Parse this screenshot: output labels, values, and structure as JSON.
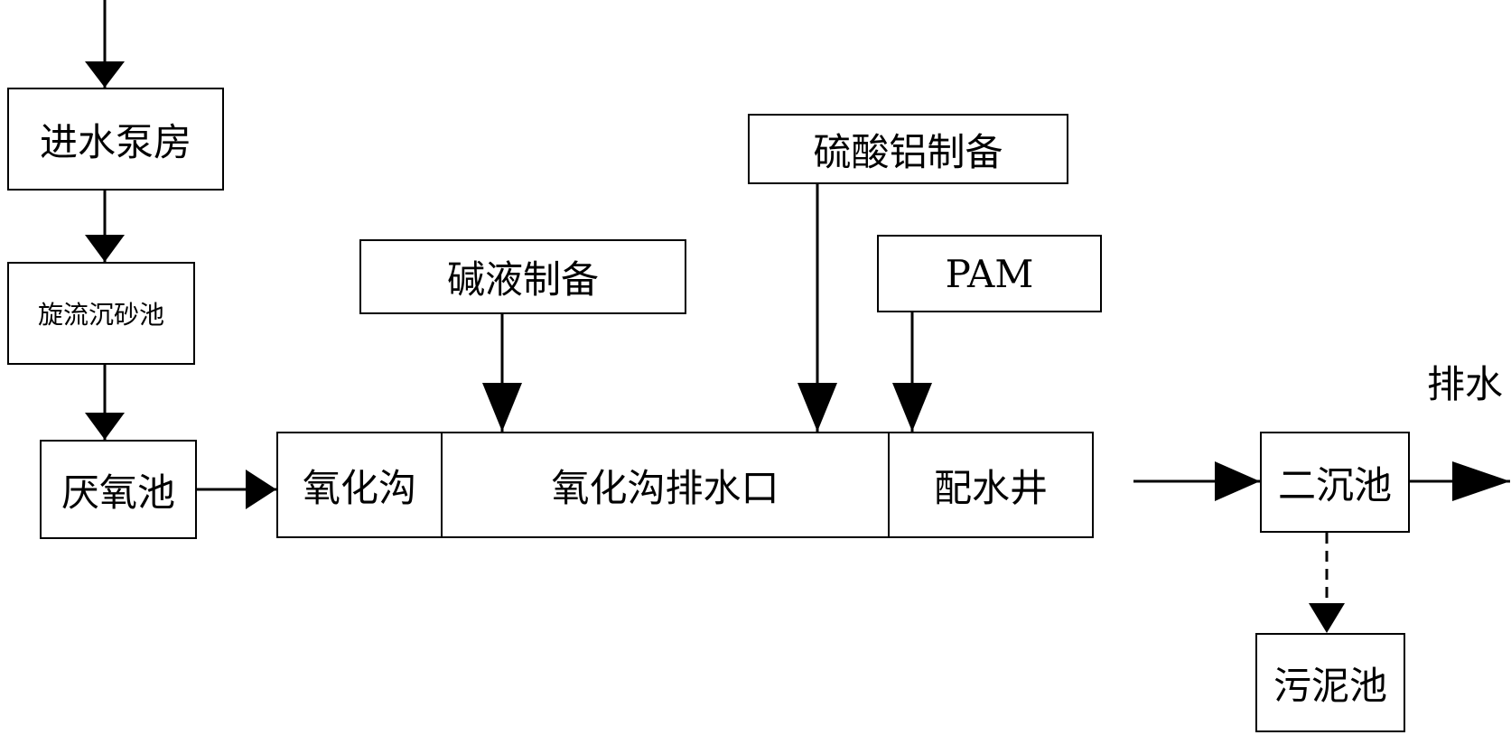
{
  "nodes": {
    "inlet_pump": "进水泵房",
    "grit_chamber": "旋流沉砂池",
    "anaerobic_tank": "厌氧池",
    "oxidation_ditch": "氧化沟",
    "ditch_outlet": "氧化沟排水口",
    "distribution_well": "配水井",
    "alum_prep": "硫酸铝制备",
    "alkali_prep": "碱液制备",
    "pam": "PAM",
    "secondary_clarifier": "二沉池",
    "sludge_tank": "污泥池"
  },
  "labels": {
    "discharge": "排水"
  }
}
